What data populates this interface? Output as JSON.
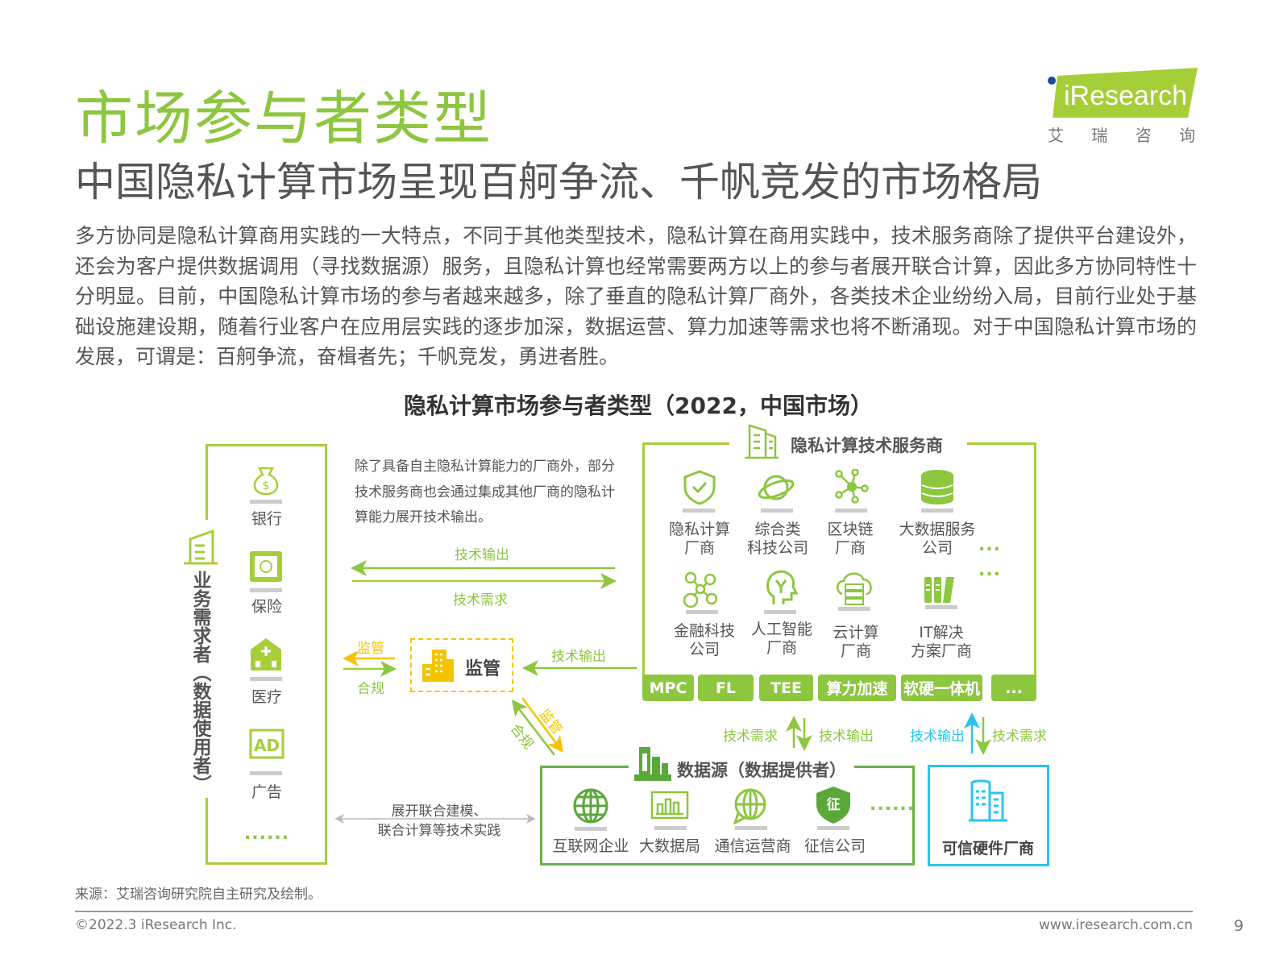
{
  "header": {
    "title": "市场参与者类型",
    "subtitle": "中国隐私计算市场呈现百舸争流、千帆竞发的市场格局",
    "logo_text": "iResearch",
    "logo_cn": "艾 瑞 咨 询"
  },
  "paragraph": "多方协同是隐私计算商用实践的一大特点，不同于其他类型技术，隐私计算在商用实践中，技术服务商除了提供平台建设外，还会为客户提供数据调用（寻找数据源）服务，且隐私计算也经常需要两方以上的参与者展开联合计算，因此多方协同特性十分明显。目前，中国隐私计算市场的参与者越来越多，除了垂直的隐私计算厂商外，各类技术企业纷纷入局，目前行业处于基础设施建设期，随着行业客户在应用层实践的逐步加深，数据运营、算力加速等需求也将不断涌现。对于中国隐私计算市场的发展，可谓是：百舸争流，奋楫者先；千帆竞发，勇进者胜。",
  "diagram": {
    "title": "隐私计算市场参与者类型（2022，中国市场）",
    "demand": {
      "label": "业务需求者（数据使用者）",
      "items": [
        "银行",
        "保险",
        "医疗",
        "广告"
      ],
      "more": "......"
    },
    "note": "除了具备自主隐私计算能力的厂商外，部分技术服务商也会通过集成其他厂商的隐私计算能力展开技术输出。",
    "arrow_tech_output": "技术输出",
    "arrow_tech_demand": "技术需求",
    "regulator": {
      "label": "监管",
      "supervise": "监管",
      "comply": "合规",
      "tech_output": "技术输出"
    },
    "provider": {
      "title": "隐私计算技术服务商",
      "row1": [
        [
          "隐私计算",
          "厂商"
        ],
        [
          "综合类",
          "科技公司"
        ],
        [
          "区块链",
          "厂商"
        ],
        [
          "大数据服务",
          "公司"
        ]
      ],
      "row2": [
        [
          "金融科技",
          "公司"
        ],
        [
          "人工智能",
          "厂商"
        ],
        [
          "云计算",
          "厂商"
        ],
        [
          "IT解决",
          "方案厂商"
        ]
      ],
      "more": "...",
      "tabs": [
        "MPC",
        "FL",
        "TEE",
        "算力加速",
        "软硬一体机",
        "..."
      ]
    },
    "mid_labels": {
      "l1": "技术需求",
      "l2": "技术输出",
      "l3": "技术输出",
      "l4": "技术需求"
    },
    "datasource": {
      "title": "数据源（数据提供者）",
      "items": [
        "互联网企业",
        "大数据局",
        "通信运营商",
        "征信公司"
      ],
      "more": "......",
      "badge": "征"
    },
    "hardware": {
      "title": "可信硬件厂商"
    },
    "joint": [
      "展开联合建模、",
      "联合计算等技术实践"
    ],
    "colors": {
      "green": "#8dc63f",
      "yellow": "#f5c400",
      "blue": "#29c4ef"
    }
  },
  "footer": {
    "source": "来源：艾瑞咨询研究院自主研究及绘制。",
    "copyright": "©2022.3 iResearch Inc.",
    "url": "www.iresearch.com.cn",
    "page": "9"
  }
}
